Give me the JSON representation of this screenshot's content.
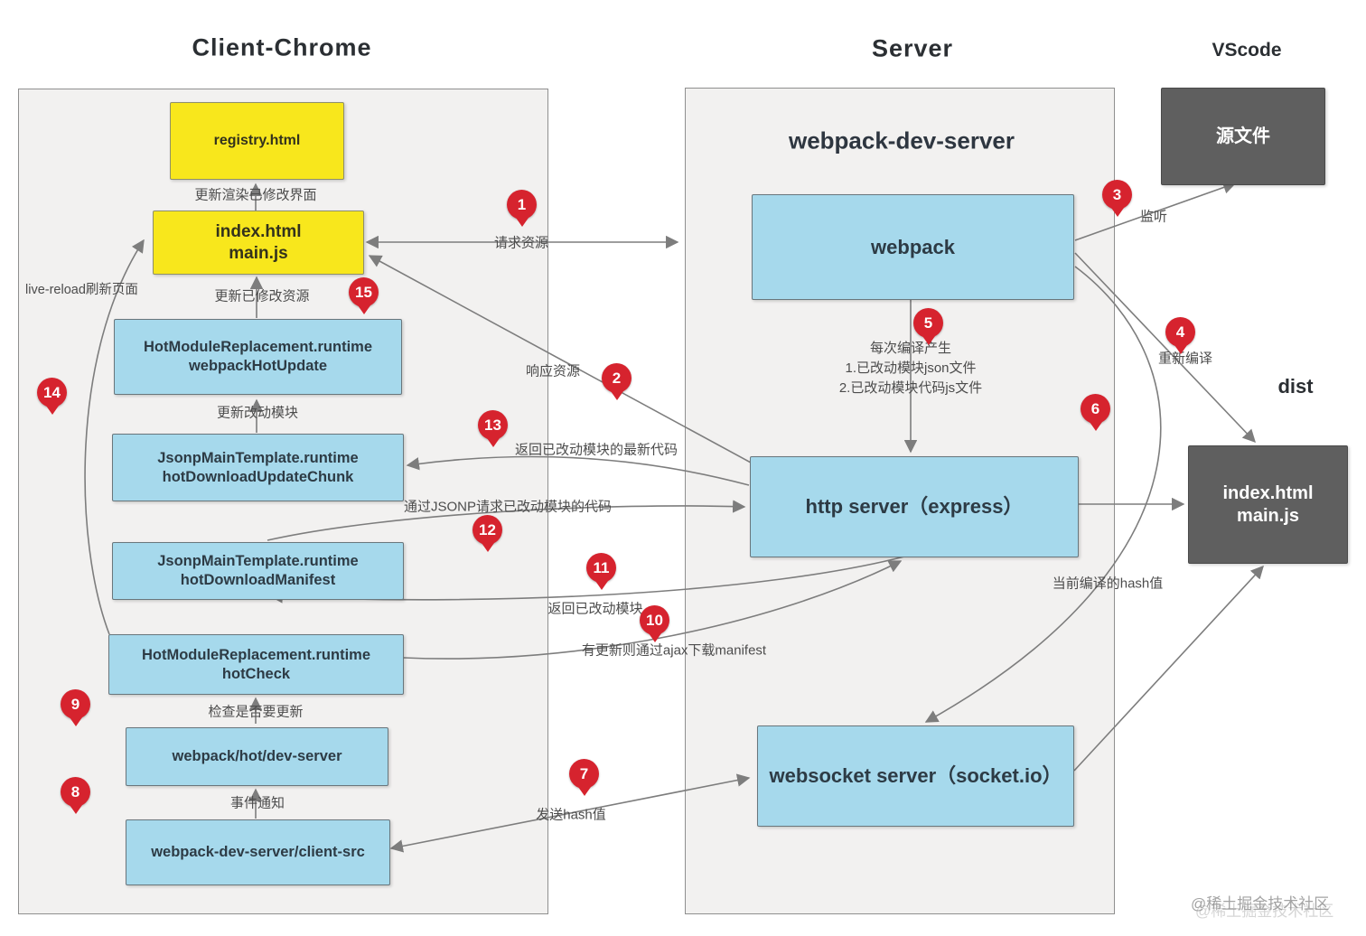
{
  "titles": {
    "client": "Client-Chrome",
    "server": "Server",
    "vscode": "VScode",
    "server_inner": "webpack-dev-server",
    "dist": "dist"
  },
  "boxes": {
    "registry": {
      "line1": "registry.html"
    },
    "index_client": {
      "line1": "index.html",
      "line2": "main.js"
    },
    "hmr_update": {
      "line1": "HotModuleReplacement.runtime",
      "line2": "webpackHotUpdate"
    },
    "download_chunk": {
      "line1": "JsonpMainTemplate.runtime",
      "line2": "hotDownloadUpdateChunk"
    },
    "download_manifest": {
      "line1": "JsonpMainTemplate.runtime",
      "line2": "hotDownloadManifest"
    },
    "hot_check": {
      "line1": "HotModuleReplacement.runtime",
      "line2": "hotCheck"
    },
    "hot_dev_server": {
      "line1": "webpack/hot/dev-server"
    },
    "client_src": {
      "line1": "webpack-dev-server/client-src"
    },
    "webpack": {
      "line1": "webpack"
    },
    "http_server": {
      "line1": "http server（express）"
    },
    "websocket_server": {
      "line1": "websocket server（socket.io）"
    },
    "source_file": {
      "line1": "源文件"
    },
    "dist_output": {
      "line1": "index.html",
      "line2": "main.js"
    }
  },
  "edge_labels": {
    "update_render": "更新渲染已修改界面",
    "update_modified_res": "更新已修改资源",
    "live_reload": "live-reload刷新页面",
    "update_changed_module": "更新改动模块",
    "check_update": "检查是否要更新",
    "event_notify": "事件通知",
    "request_resource": "请求资源",
    "response_resource": "响应资源",
    "return_latest_code": "返回已改动模块的最新代码",
    "jsonp_request_code": "通过JSONP请求已改动模块的代码",
    "return_changed_module": "返回已改动模块",
    "ajax_download_manifest": "有更新则通过ajax下载manifest",
    "send_hash": "发送hash值",
    "listen": "监听",
    "recompile": "重新编译",
    "compile_line1": "每次编译产生",
    "compile_line2": "1.已改动模块json文件",
    "compile_line3": "2.已改动模块代码js文件",
    "current_hash": "当前编译的hash值"
  },
  "badges": {
    "b1": "1",
    "b2": "2",
    "b3": "3",
    "b4": "4",
    "b5": "5",
    "b6": "6",
    "b7": "7",
    "b8": "8",
    "b9": "9",
    "b10": "10",
    "b11": "11",
    "b12": "12",
    "b13": "13",
    "b14": "14",
    "b15": "15"
  },
  "watermark": "@稀土掘金技术社区",
  "colors": {
    "client_box_yellow": "#f8e71c",
    "module_box_blue": "#a6d9ec",
    "dark_box_gray": "#5f5f5f",
    "badge_red": "#d6232e",
    "panel_bg": "#f2f1f0",
    "arrow_gray": "#7d7d7d"
  }
}
